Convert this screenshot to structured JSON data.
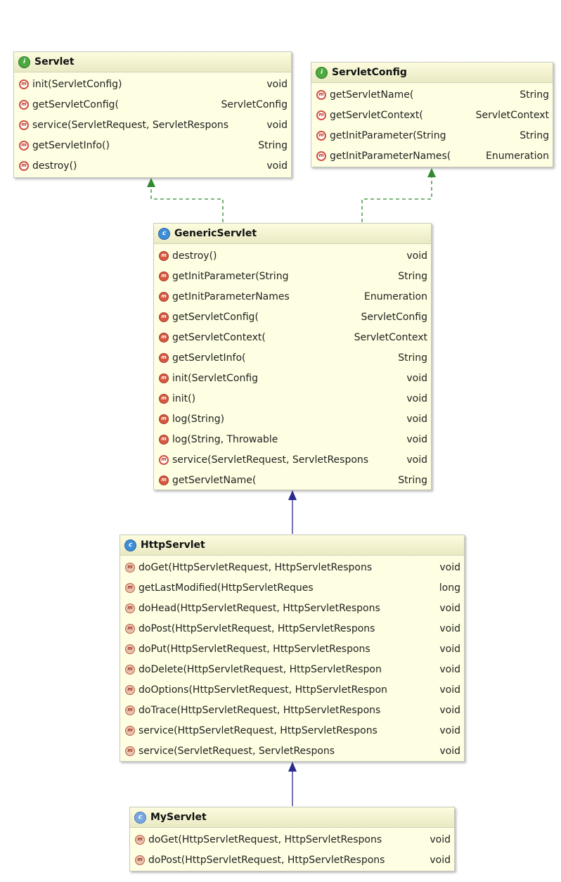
{
  "servlet": {
    "name": "Servlet",
    "members": [
      {
        "name": "init(ServletConfig)",
        "type": "void"
      },
      {
        "name": "getServletConfig(",
        "type": "ServletConfig"
      },
      {
        "name": "service(ServletRequest, ServletRespons",
        "type": "void"
      },
      {
        "name": "getServletInfo()",
        "type": "String"
      },
      {
        "name": "destroy()",
        "type": "void"
      }
    ]
  },
  "servlet_config": {
    "name": "ServletConfig",
    "members": [
      {
        "name": "getServletName(",
        "type": "String"
      },
      {
        "name": "getServletContext(",
        "type": "ServletContext"
      },
      {
        "name": "getInitParameter(String",
        "type": "String"
      },
      {
        "name": "getInitParameterNames(",
        "type": "Enumeration"
      }
    ]
  },
  "generic_servlet": {
    "name": "GenericServlet",
    "members": [
      {
        "name": "destroy()",
        "type": "void"
      },
      {
        "name": "getInitParameter(String",
        "type": "String"
      },
      {
        "name": "getInitParameterNames",
        "type": "Enumeration"
      },
      {
        "name": "getServletConfig(",
        "type": "ServletConfig"
      },
      {
        "name": "getServletContext(",
        "type": "ServletContext"
      },
      {
        "name": "getServletInfo(",
        "type": "String"
      },
      {
        "name": "init(ServletConfig",
        "type": "void"
      },
      {
        "name": "init()",
        "type": "void"
      },
      {
        "name": "log(String)",
        "type": "void"
      },
      {
        "name": "log(String, Throwable",
        "type": "void"
      },
      {
        "name": "service(ServletRequest, ServletRespons",
        "type": "void"
      },
      {
        "name": "getServletName(",
        "type": "String"
      }
    ]
  },
  "http_servlet": {
    "name": "HttpServlet",
    "members": [
      {
        "name": "doGet(HttpServletRequest, HttpServletRespons",
        "type": "void"
      },
      {
        "name": "getLastModified(HttpServletReques",
        "type": "long"
      },
      {
        "name": "doHead(HttpServletRequest, HttpServletRespons",
        "type": "void"
      },
      {
        "name": "doPost(HttpServletRequest, HttpServletRespons",
        "type": "void"
      },
      {
        "name": "doPut(HttpServletRequest, HttpServletRespons",
        "type": "void"
      },
      {
        "name": "doDelete(HttpServletRequest, HttpServletRespon",
        "type": "void"
      },
      {
        "name": "doOptions(HttpServletRequest, HttpServletRespon",
        "type": "void"
      },
      {
        "name": "doTrace(HttpServletRequest, HttpServletRespons",
        "type": "void"
      },
      {
        "name": "service(HttpServletRequest, HttpServletRespons",
        "type": "void"
      },
      {
        "name": "service(ServletRequest, ServletRespons",
        "type": "void"
      }
    ]
  },
  "my_servlet": {
    "name": "MyServlet",
    "members": [
      {
        "name": "doGet(HttpServletRequest, HttpServletRespons",
        "type": "void"
      },
      {
        "name": "doPost(HttpServletRequest, HttpServletRespons",
        "type": "void"
      }
    ]
  },
  "colors": {
    "box_fill": "#fefee2",
    "realization_edge": "#2f8a2f",
    "inheritance_edge": "#2a2a8c"
  }
}
